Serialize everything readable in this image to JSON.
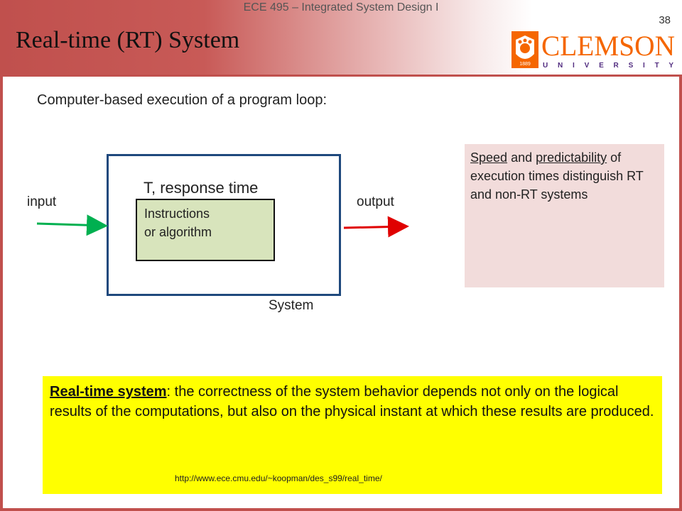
{
  "header": {
    "course": "ECE 495 – Integrated System Design I",
    "slide_number": "38",
    "title": "Real-time (RT) System",
    "logo_name": "CLEMSON",
    "logo_sub": "U N I V E R S I T Y",
    "logo_year": "1889"
  },
  "subtitle": "Computer-based execution of a program loop:",
  "diagram": {
    "input_label": "input",
    "output_label": "output",
    "response_time_symbol": "T",
    "response_time_text": ", response time",
    "instructions_line1": "Instructions",
    "instructions_line2": "or algorithm",
    "system_label": "System"
  },
  "note": {
    "speed": "Speed",
    "and": " and ",
    "predictability": "predictability",
    "rest": " of execution times distinguish RT and non-RT systems"
  },
  "definition": {
    "term": "Real-time system",
    "text": ": the correctness of the system behavior depends not only on the logical results of the computations, but also on the physical instant at which these results are produced."
  },
  "reference_url": "http://www.ece.cmu.edu/~koopman/des_s99/real_time/",
  "colors": {
    "accent": "#c0504d",
    "input_arrow": "#00b050",
    "output_arrow": "#e00000",
    "system_border": "#1f497d",
    "instructions_fill": "#d8e4bc",
    "note_fill": "#f2dcdb",
    "definition_fill": "#ffff00",
    "clemson_orange": "#f56600"
  }
}
